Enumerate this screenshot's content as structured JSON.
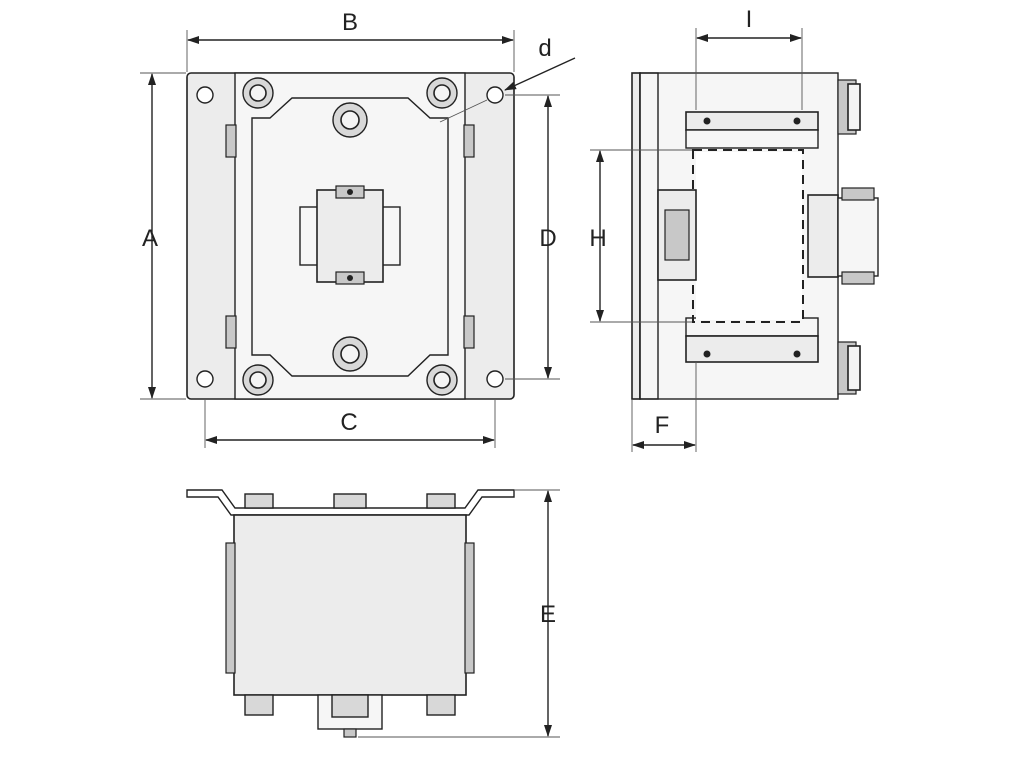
{
  "drawing": {
    "front_view": {
      "dimensions": {
        "width_outer": "B",
        "height_outer": "A",
        "width_holes": "C",
        "height_holes": "D",
        "hole_diameter": "d"
      }
    },
    "side_view": {
      "dimensions": {
        "clamp_width": "I",
        "clamp_height": "H",
        "flange_depth": "F"
      }
    },
    "top_view": {
      "dimensions": {
        "overall_depth": "E"
      }
    }
  }
}
